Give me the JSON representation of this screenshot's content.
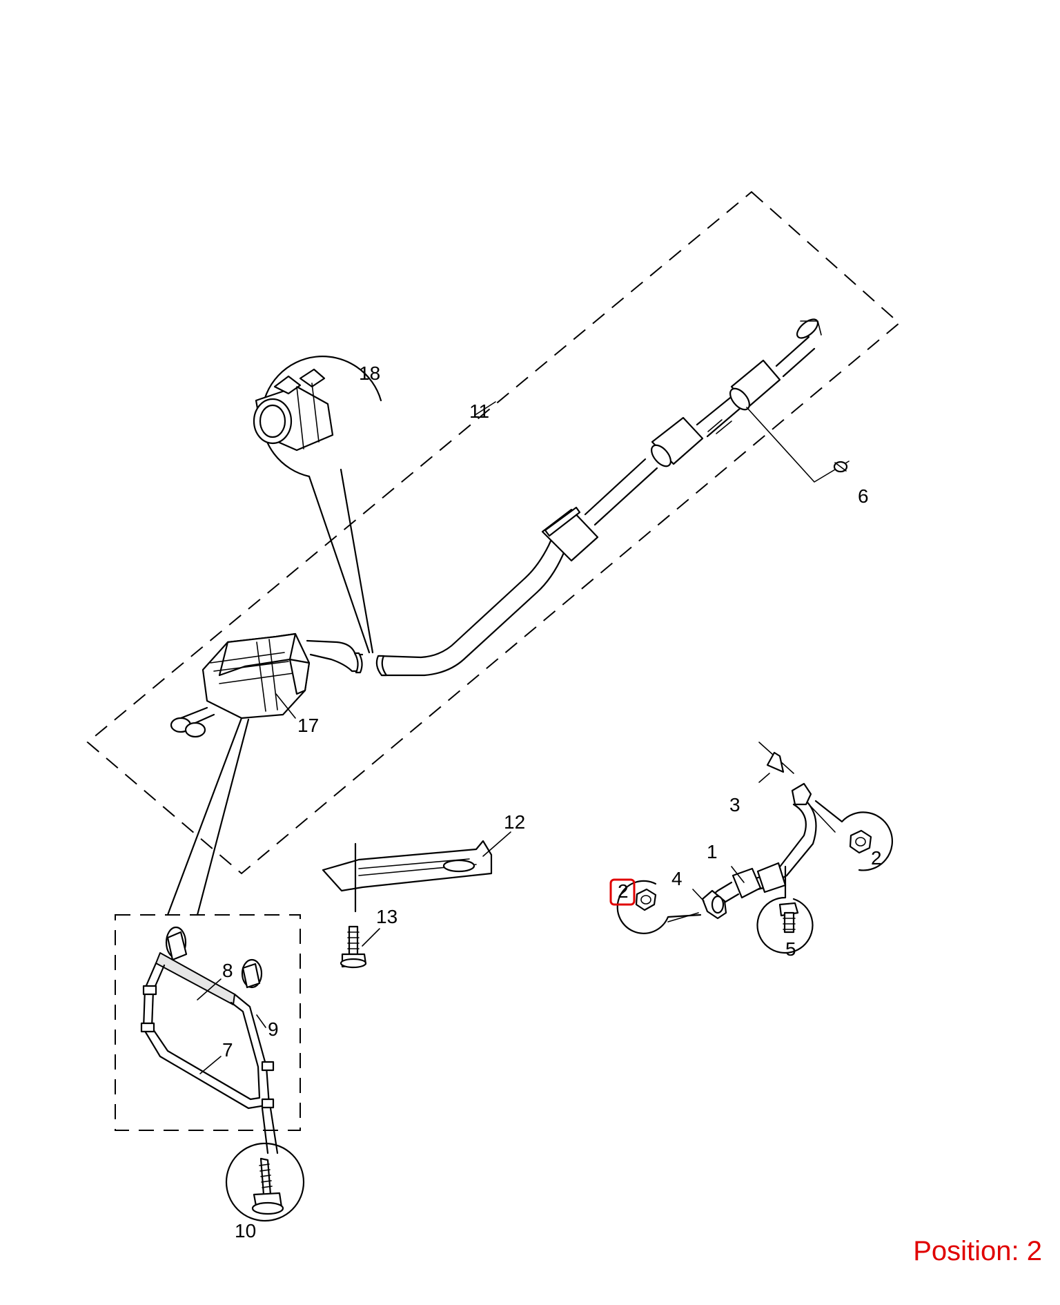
{
  "callouts": {
    "c1": "1",
    "c2a": "2",
    "c2b": "2",
    "c3": "3",
    "c4": "4",
    "c5": "5",
    "c6": "6",
    "c7": "7",
    "c8": "8",
    "c9": "9",
    "c10": "10",
    "c11": "11",
    "c12": "12",
    "c13": "13",
    "c17": "17",
    "c18": "18"
  },
  "position": {
    "text": "Position: 2",
    "color": "#e00000"
  },
  "highlight": {
    "target": "2",
    "color": "#e00000"
  }
}
